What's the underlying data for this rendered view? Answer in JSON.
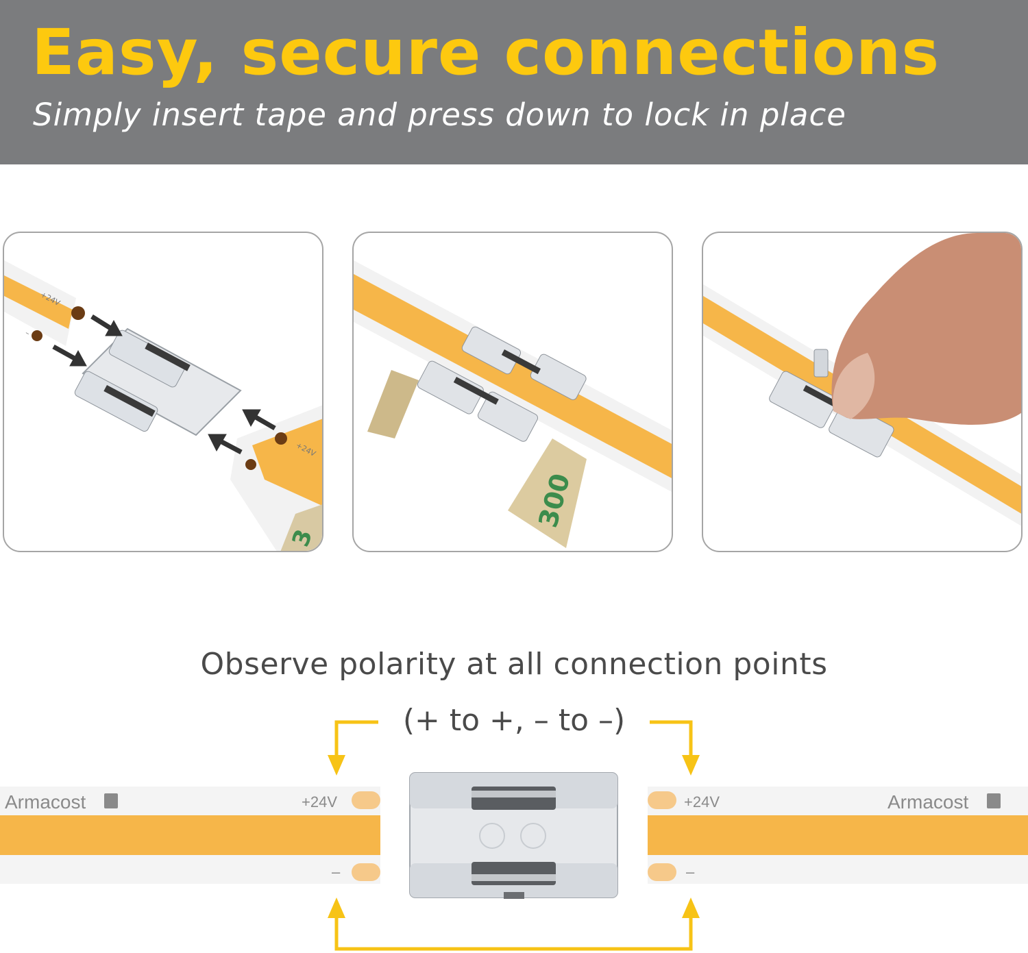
{
  "header": {
    "title": "Easy, secure connections",
    "subtitle": "Simply insert tape and press down to lock in place"
  },
  "steps": [
    {
      "tape_label": "+24V",
      "tape_label_2": "+24V",
      "minus_label": "–",
      "adhesive_text": "3"
    },
    {
      "adhesive_text": "300"
    },
    {}
  ],
  "polarity": {
    "title": "Observe polarity at all connection points",
    "rule": "(+ to +, – to –)"
  },
  "tape": {
    "brand": "Armacost",
    "plus_label": "+24V",
    "minus_label": "–"
  },
  "colors": {
    "header_bg": "#7b7c7e",
    "title_yellow": "#fdc90f",
    "led_amber": "#f6b649",
    "arrow_yellow": "#f7c316",
    "panel_border": "#a5a5a5"
  }
}
